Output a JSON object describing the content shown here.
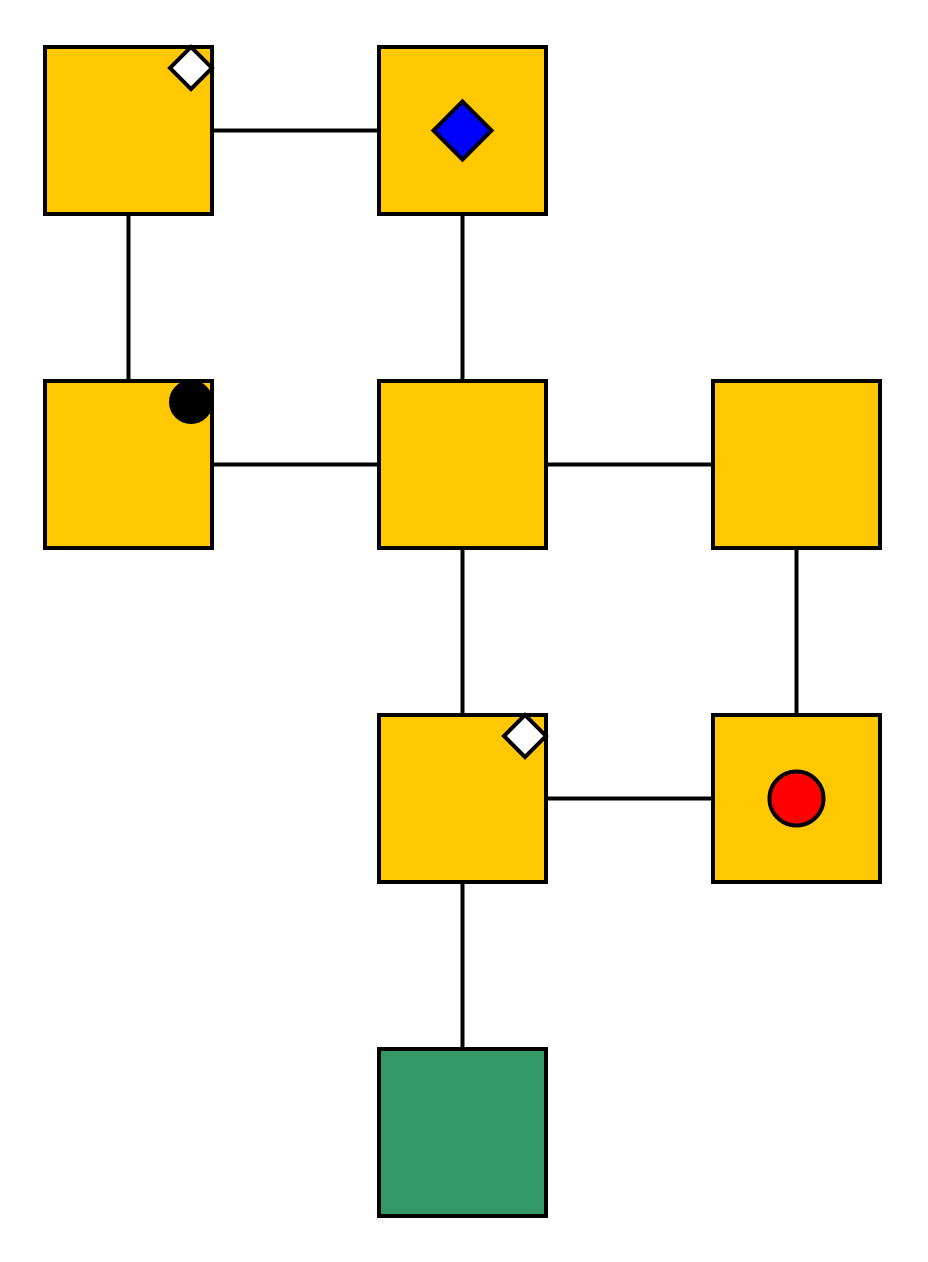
{
  "colors": {
    "room": "#ffc800",
    "exit_room": "#339966",
    "outline": "#000000",
    "background": "#ffffff"
  },
  "rooms": [
    {
      "id": "r00",
      "col": 0,
      "row": 0,
      "kind": "room",
      "marker": {
        "icon": "diamond-icon",
        "color": "#ffffff",
        "place": "corner"
      }
    },
    {
      "id": "r01",
      "col": 1,
      "row": 0,
      "kind": "room",
      "marker": {
        "icon": "diamond-icon",
        "color": "#0000ff",
        "place": "center"
      }
    },
    {
      "id": "r10",
      "col": 0,
      "row": 1,
      "kind": "room",
      "marker": {
        "icon": "circle-icon",
        "color": "#000000",
        "place": "corner"
      }
    },
    {
      "id": "r11",
      "col": 1,
      "row": 1,
      "kind": "room",
      "marker": null
    },
    {
      "id": "r12",
      "col": 2,
      "row": 1,
      "kind": "room",
      "marker": null
    },
    {
      "id": "r21",
      "col": 1,
      "row": 2,
      "kind": "room",
      "marker": {
        "icon": "diamond-icon",
        "color": "#ffffff",
        "place": "corner"
      }
    },
    {
      "id": "r22",
      "col": 2,
      "row": 2,
      "kind": "room",
      "marker": {
        "icon": "circle-icon",
        "color": "#ff0000",
        "place": "center"
      }
    },
    {
      "id": "r31",
      "col": 1,
      "row": 3,
      "kind": "exit",
      "marker": null
    }
  ],
  "connections": [
    [
      "r00",
      "r01"
    ],
    [
      "r00",
      "r10"
    ],
    [
      "r01",
      "r11"
    ],
    [
      "r10",
      "r11"
    ],
    [
      "r11",
      "r12"
    ],
    [
      "r11",
      "r21"
    ],
    [
      "r12",
      "r22"
    ],
    [
      "r21",
      "r22"
    ],
    [
      "r21",
      "r31"
    ]
  ]
}
